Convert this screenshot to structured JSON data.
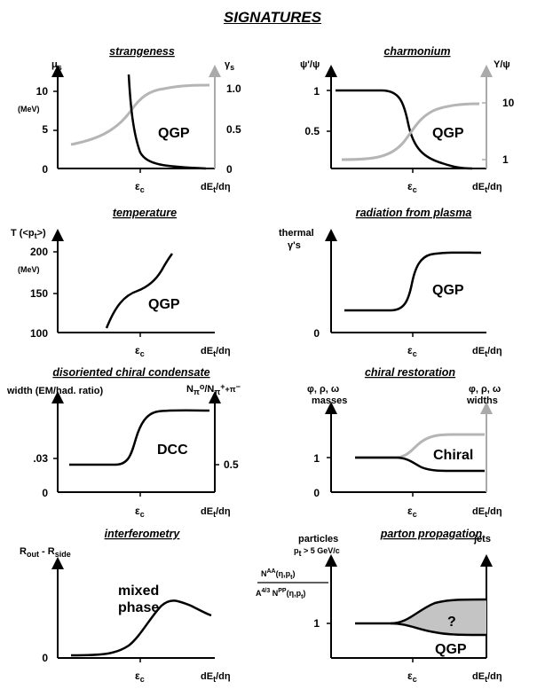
{
  "title": "SIGNATURES",
  "colors": {
    "curve_black": "#000000",
    "curve_gray": "#b5b5b5",
    "fill_gray": "#c4c4c4"
  },
  "xaxis": {
    "label": "dE",
    "sub": "t",
    "tail": "/dη",
    "crit": "ε",
    "crit_sub": "c"
  },
  "panels": {
    "strangeness": {
      "title": "strangeness",
      "y_left": {
        "main": "μ",
        "sub": "s",
        "unit": "(MeV)",
        "ticks": [
          "10",
          "5",
          "0"
        ]
      },
      "y_right": {
        "main": "γ",
        "sub": "s",
        "ticks": [
          "1.0",
          "0.5",
          "0"
        ]
      },
      "region": "QGP"
    },
    "charmonium": {
      "title": "charmonium",
      "y_left": {
        "main": "ψ'/ψ",
        "ticks": [
          "1",
          "0.5"
        ]
      },
      "y_right": {
        "main": "Υ/ψ",
        "ticks": [
          "10",
          "1"
        ]
      },
      "region": "QGP"
    },
    "temperature": {
      "title": "temperature",
      "y_left": {
        "main": "T (<p",
        "sub": "t",
        "tail": ">)",
        "unit": "(MeV)",
        "ticks": [
          "200",
          "150",
          "100"
        ]
      },
      "region": "QGP"
    },
    "radiation": {
      "title": "radiation from plasma",
      "y_left": {
        "line1": "thermal",
        "line2": "γ's",
        "ticks": [
          "0"
        ]
      },
      "region": "QGP"
    },
    "dcc": {
      "title": "disoriented chiral condensate",
      "y_left": {
        "main": "width (EM/had. ratio)",
        "ticks": [
          ".03",
          "0"
        ]
      },
      "y_right": {
        "n": "N",
        "sub1": "π",
        "sup1": "o",
        "slash": "/N",
        "sub2": "π",
        "sup2": "+",
        "plus": "+π",
        "sup3": "−",
        "ticks": [
          "0.5"
        ]
      },
      "region": "DCC"
    },
    "chiral": {
      "title": "chiral restoration",
      "y_left": {
        "line1": "φ, ρ, ω",
        "line2": "masses",
        "ticks": [
          "1",
          "0"
        ]
      },
      "y_right": {
        "line1": "φ, ρ, ω",
        "line2": "widths"
      },
      "region": "Chiral"
    },
    "interferometry": {
      "title": "interferometry",
      "y_left": {
        "r1": "R",
        "s1": "out",
        "mid": " - R",
        "s2": "side",
        "ticks": [
          "0"
        ]
      },
      "region_line1": "mixed",
      "region_line2": "phase"
    },
    "parton": {
      "title": "parton propagation",
      "y_left": {
        "line1": "particles",
        "pt": "p",
        "pt_sub": "t",
        "pt_tail": " > 5 GeV/c",
        "num": "N",
        "num_sup": "AA",
        "num_tail": "(η,p",
        "num_sub": "t",
        "num_end": ")",
        "den": "A",
        "den_sup": "4/3",
        "den_mid": " N",
        "den_sup2": "PP",
        "den_tail": "(η,p",
        "den_sub": "t",
        "den_end": ")",
        "ticks": [
          "1"
        ]
      },
      "y_right": {
        "main": "jets"
      },
      "unknown": "?",
      "region": "QGP"
    }
  }
}
